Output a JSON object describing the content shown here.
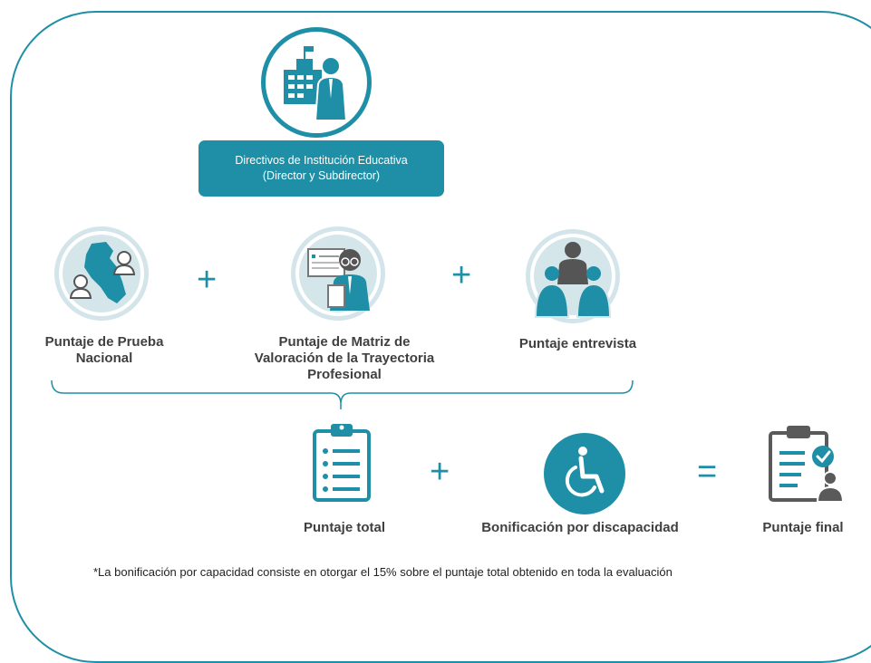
{
  "header": {
    "banner_line1": "Directivos de Institución Educativa",
    "banner_line2": "(Director y Subdirector)"
  },
  "components": [
    {
      "label_line1": "Puntaje de Prueba",
      "label_line2": "Nacional",
      "label_line3": ""
    },
    {
      "label_line1": "Puntaje de Matriz de",
      "label_line2": "Valoración de la Trayectoria",
      "label_line3": "Profesional"
    },
    {
      "label_line1": "Puntaje entrevista",
      "label_line2": "",
      "label_line3": ""
    }
  ],
  "operators": {
    "plus": "+",
    "equals": "="
  },
  "results": {
    "total_label": "Puntaje total",
    "bonus_label": "Bonificación por discapacidad",
    "final_label": "Puntaje final"
  },
  "footnote": "*La bonificación por capacidad consiste en otorgar el 15% sobre el puntaje total obtenido en toda la evaluación",
  "colors": {
    "accent": "#1e8fa6",
    "soft": "#d5e6eb",
    "text": "#404040",
    "dark_icon": "#5a5a5a"
  },
  "icons": [
    "school-director-icon",
    "peru-map-people-icon",
    "teacher-certificate-icon",
    "interview-team-icon",
    "clipboard-list-icon",
    "wheelchair-icon",
    "clipboard-check-person-icon"
  ]
}
